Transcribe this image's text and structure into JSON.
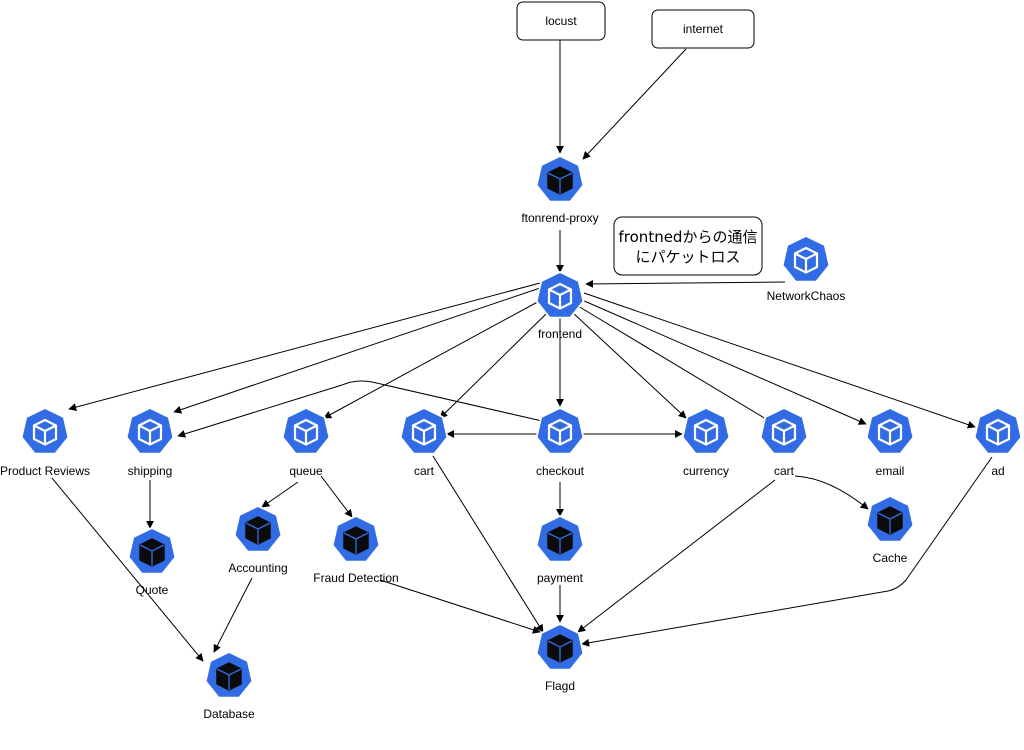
{
  "boxes": {
    "locust": "locust",
    "internet": "internet"
  },
  "callout": {
    "line1": "frontnedからの通信",
    "line2": "にパケットロス"
  },
  "nodes": {
    "proxy": "ftonrend-proxy",
    "frontend": "frontend",
    "networkchaos": "NetworkChaos",
    "product_reviews": "Product Reviews",
    "shipping": "shipping",
    "queue": "queue",
    "cart_left": "cart",
    "checkout": "checkout",
    "currency": "currency",
    "cart_right": "cart",
    "email": "email",
    "ad": "ad",
    "quote": "Quote",
    "accounting": "Accounting",
    "fraud_detection": "Fraud Detection",
    "payment": "payment",
    "cache": "Cache",
    "flagd": "Flagd",
    "database": "Database"
  },
  "colors": {
    "k8s_blue": "#326ce5",
    "icon_dark": "#0b0b0b",
    "edge": "#000000"
  },
  "icons": {
    "service": "k8s-service-icon",
    "datastore": "k8s-datastore-icon"
  }
}
